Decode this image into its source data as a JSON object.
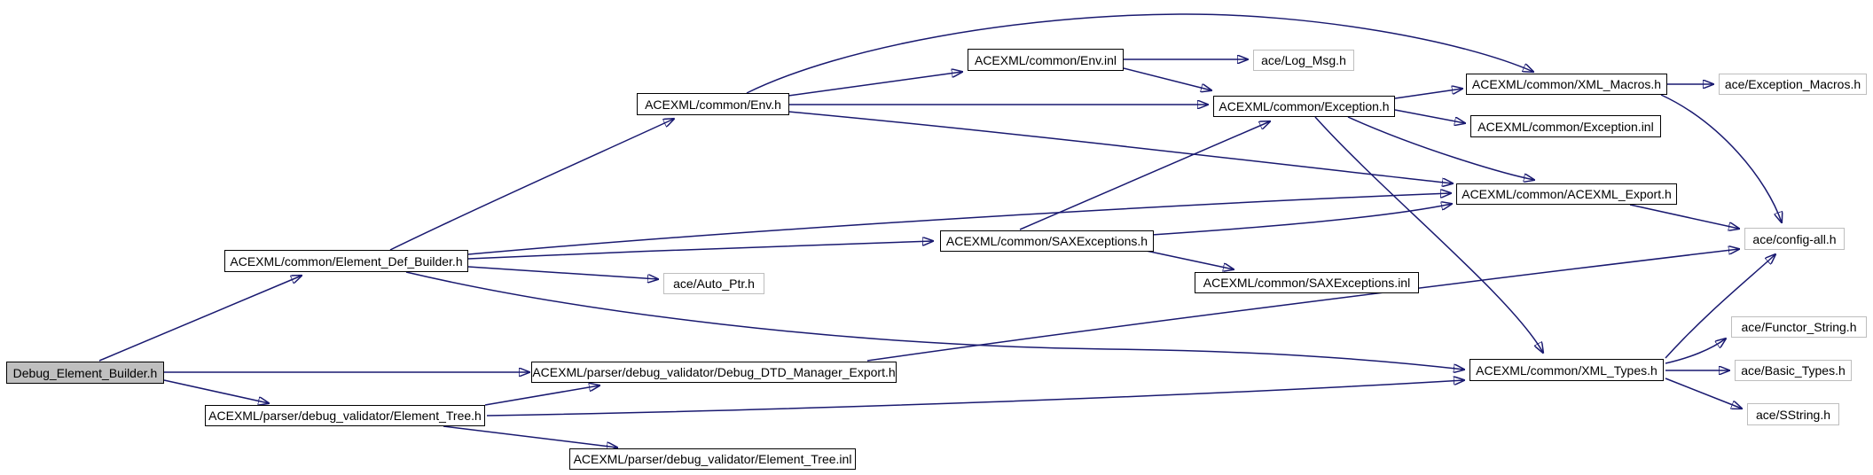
{
  "diagram": {
    "type": "include-dependency-graph",
    "root_file": "Debug_Element_Builder.h",
    "edge_color": "#191970",
    "node_border_color": "#000000",
    "external_node_border_color": "#bebebe",
    "root_node_fill": "#bfbfbf",
    "background": "#ffffff"
  },
  "nodes": [
    {
      "id": "debug_element_builder",
      "label": "Debug_Element_Builder.h",
      "kind": "root"
    },
    {
      "id": "element_def_builder",
      "label": "ACEXML/common/Element_Def_Builder.h",
      "kind": "documented"
    },
    {
      "id": "env_h",
      "label": "ACEXML/common/Env.h",
      "kind": "documented"
    },
    {
      "id": "env_inl",
      "label": "ACEXML/common/Env.inl",
      "kind": "documented"
    },
    {
      "id": "log_msg",
      "label": "ace/Log_Msg.h",
      "kind": "external"
    },
    {
      "id": "exception_h",
      "label": "ACEXML/common/Exception.h",
      "kind": "documented"
    },
    {
      "id": "xml_macros",
      "label": "ACEXML/common/XML_Macros.h",
      "kind": "documented"
    },
    {
      "id": "exception_macros",
      "label": "ace/Exception_Macros.h",
      "kind": "external"
    },
    {
      "id": "exception_inl",
      "label": "ACEXML/common/Exception.inl",
      "kind": "documented"
    },
    {
      "id": "acexml_export",
      "label": "ACEXML/common/ACEXML_Export.h",
      "kind": "documented"
    },
    {
      "id": "config_all",
      "label": "ace/config-all.h",
      "kind": "external"
    },
    {
      "id": "saxexceptions_h",
      "label": "ACEXML/common/SAXExceptions.h",
      "kind": "documented"
    },
    {
      "id": "saxexceptions_inl",
      "label": "ACEXML/common/SAXExceptions.inl",
      "kind": "documented"
    },
    {
      "id": "auto_ptr",
      "label": "ace/Auto_Ptr.h",
      "kind": "external"
    },
    {
      "id": "functor_string",
      "label": "ace/Functor_String.h",
      "kind": "external"
    },
    {
      "id": "debug_dtd_manager_export",
      "label": "ACEXML/parser/debug_validator/Debug_DTD_Manager_Export.h",
      "kind": "documented"
    },
    {
      "id": "xml_types",
      "label": "ACEXML/common/XML_Types.h",
      "kind": "documented"
    },
    {
      "id": "basic_types",
      "label": "ace/Basic_Types.h",
      "kind": "external"
    },
    {
      "id": "sstring",
      "label": "ace/SString.h",
      "kind": "external"
    },
    {
      "id": "element_tree_h",
      "label": "ACEXML/parser/debug_validator/Element_Tree.h",
      "kind": "documented"
    },
    {
      "id": "element_tree_inl",
      "label": "ACEXML/parser/debug_validator/Element_Tree.inl",
      "kind": "documented"
    }
  ],
  "edges": [
    {
      "from": "debug_element_builder",
      "to": "element_def_builder"
    },
    {
      "from": "debug_element_builder",
      "to": "debug_dtd_manager_export"
    },
    {
      "from": "debug_element_builder",
      "to": "element_tree_h"
    },
    {
      "from": "element_def_builder",
      "to": "env_h"
    },
    {
      "from": "element_def_builder",
      "to": "saxexceptions_h"
    },
    {
      "from": "element_def_builder",
      "to": "acexml_export"
    },
    {
      "from": "element_def_builder",
      "to": "auto_ptr"
    },
    {
      "from": "element_def_builder",
      "to": "xml_types"
    },
    {
      "from": "env_h",
      "to": "env_inl"
    },
    {
      "from": "env_h",
      "to": "exception_h"
    },
    {
      "from": "env_h",
      "to": "xml_macros"
    },
    {
      "from": "env_h",
      "to": "acexml_export"
    },
    {
      "from": "env_inl",
      "to": "log_msg"
    },
    {
      "from": "env_inl",
      "to": "exception_h"
    },
    {
      "from": "exception_h",
      "to": "xml_macros"
    },
    {
      "from": "exception_h",
      "to": "exception_inl"
    },
    {
      "from": "exception_h",
      "to": "acexml_export"
    },
    {
      "from": "exception_h",
      "to": "xml_types"
    },
    {
      "from": "xml_macros",
      "to": "exception_macros"
    },
    {
      "from": "xml_macros",
      "to": "config_all"
    },
    {
      "from": "acexml_export",
      "to": "config_all"
    },
    {
      "from": "saxexceptions_h",
      "to": "exception_h"
    },
    {
      "from": "saxexceptions_h",
      "to": "acexml_export"
    },
    {
      "from": "saxexceptions_h",
      "to": "saxexceptions_inl"
    },
    {
      "from": "debug_dtd_manager_export",
      "to": "config_all"
    },
    {
      "from": "element_tree_h",
      "to": "debug_dtd_manager_export"
    },
    {
      "from": "element_tree_h",
      "to": "xml_types"
    },
    {
      "from": "element_tree_h",
      "to": "element_tree_inl"
    },
    {
      "from": "xml_types",
      "to": "config_all"
    },
    {
      "from": "xml_types",
      "to": "functor_string"
    },
    {
      "from": "xml_types",
      "to": "basic_types"
    },
    {
      "from": "xml_types",
      "to": "sstring"
    }
  ]
}
